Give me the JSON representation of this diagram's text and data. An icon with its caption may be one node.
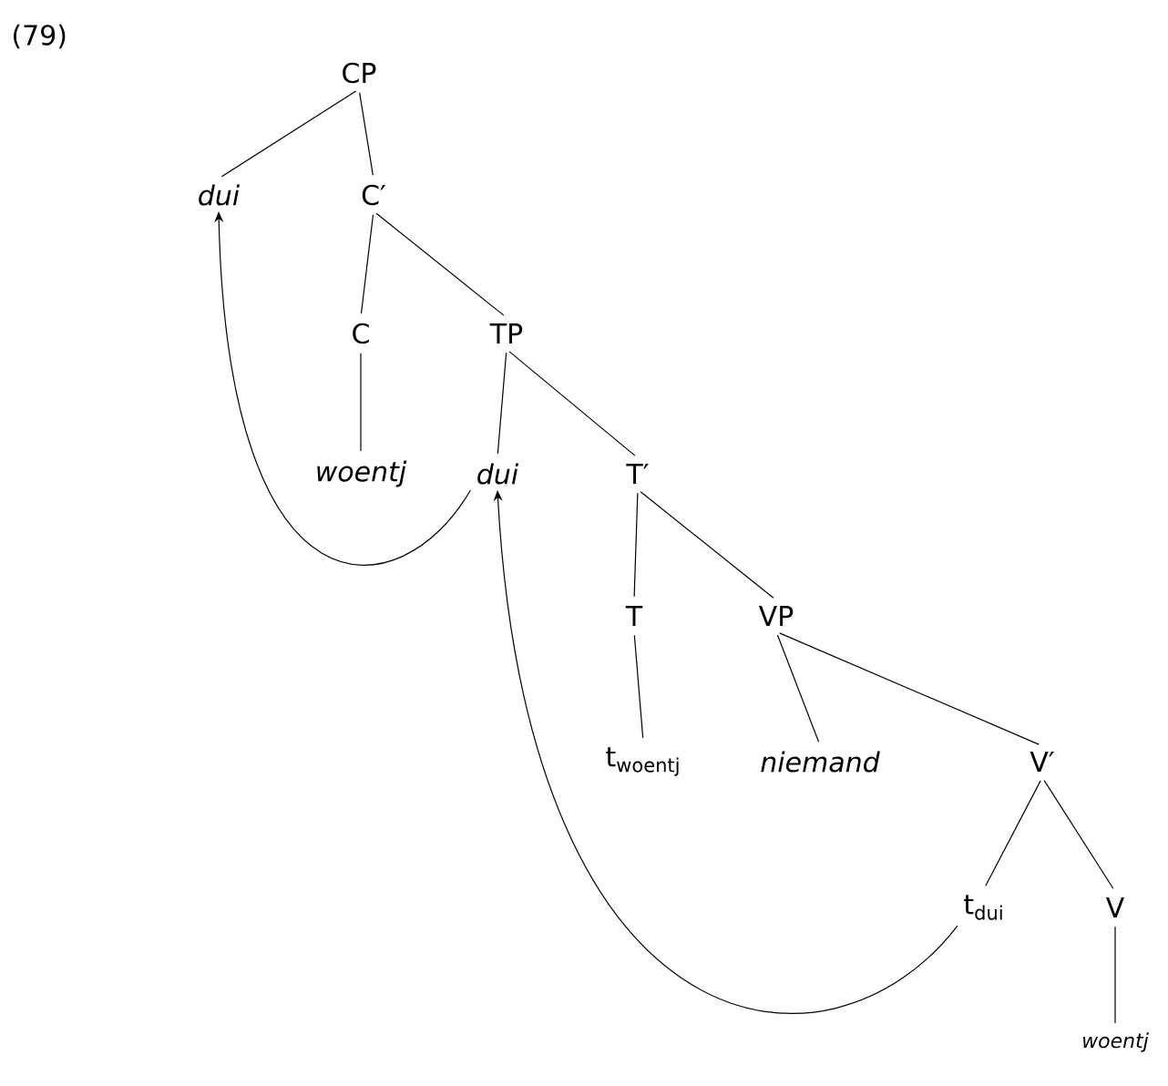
{
  "diagram": {
    "nodes": [
      {
        "text": [
          "CP"
        ]
      },
      {
        "text": [
          "dui"
        ]
      },
      {
        "text": [
          "C′"
        ]
      },
      {
        "text": [
          "C"
        ]
      },
      {
        "text": [
          "TP"
        ]
      },
      {
        "text": [
          "woentj"
        ]
      },
      {
        "text": [
          "dui"
        ]
      },
      {
        "text": [
          "T′"
        ]
      },
      {
        "text": [
          "T"
        ]
      },
      {
        "text": [
          "VP"
        ]
      },
      {
        "text": [
          "t$_{woentj}$"
        ]
      },
      {
        "text": [
          "niemand"
        ]
      },
      {
        "text": [
          "V′"
        ]
      },
      {
        "text": [
          "t$_{dui}$"
        ]
      },
      {
        "text": [
          "V"
        ]
      },
      {
        "text": [
          "woentj"
        ]
      }
    ],
    "edges": [
      {
        "from": 0,
        "to": 1,
        "arrow": "none"
      },
      {
        "from": 0,
        "to": 2,
        "arrow": "none"
      },
      {
        "from": 2,
        "to": 3,
        "arrow": "none"
      },
      {
        "from": 2,
        "to": 4,
        "arrow": "none"
      },
      {
        "from": 3,
        "to": 5,
        "arrow": "none"
      },
      {
        "from": 4,
        "to": 6,
        "arrow": "none"
      },
      {
        "from": 4,
        "to": 7,
        "arrow": "none"
      },
      {
        "from": 7,
        "to": 8,
        "arrow": "none"
      },
      {
        "from": 7,
        "to": 9,
        "arrow": "none"
      },
      {
        "from": 8,
        "to": 10,
        "arrow": "none"
      },
      {
        "from": 9,
        "to": 11,
        "arrow": "none"
      },
      {
        "from": 9,
        "to": 12,
        "arrow": "none"
      },
      {
        "from": 12,
        "to": 13,
        "arrow": "none"
      },
      {
        "from": 12,
        "to": 14,
        "arrow": "none"
      },
      {
        "from": 14,
        "to": 15,
        "arrow": "none"
      },
      {
        "from": 6,
        "to": 1,
        "arrow": "to"
      },
      {
        "from": 13,
        "to": 6,
        "arrow": "to"
      }
    ],
    "labels": [
      "(79)"
    ]
  }
}
